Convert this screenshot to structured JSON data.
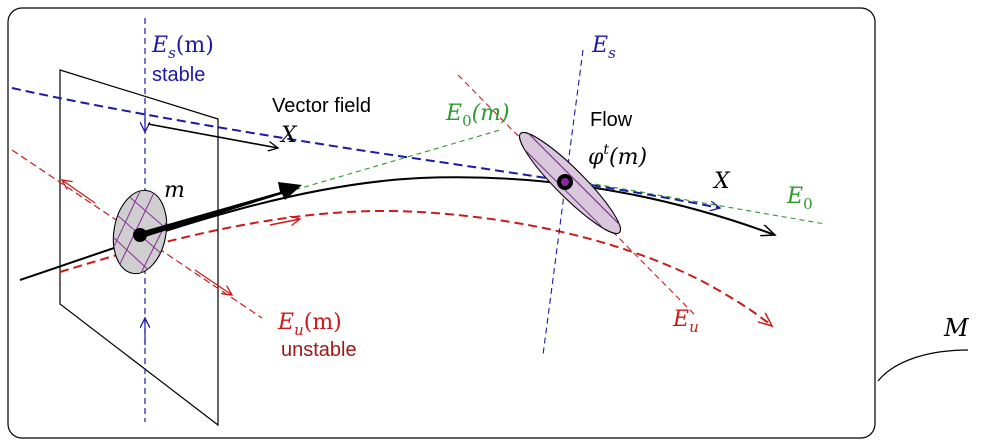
{
  "labels": {
    "Es_m": "E",
    "Es_m_sub": "s",
    "Es_m_arg": "(m)",
    "stable": "stable",
    "vector_field": "Vector field",
    "X_left": "X",
    "E0_m": "E",
    "E0_m_sub": "0",
    "E0_m_arg": "(m)",
    "Es_right": "E",
    "Es_right_sub": "s",
    "flow": "Flow",
    "phi": "φ",
    "phi_sup": "t",
    "phi_arg": "(m)",
    "X_right": "X",
    "E0_right": "E",
    "E0_right_sub": "0",
    "m": "m",
    "Eu_m": "E",
    "Eu_m_sub": "u",
    "Eu_m_arg": "(m)",
    "unstable": "unstable",
    "Eu_right": "E",
    "Eu_right_sub": "u",
    "M": "M"
  },
  "colors": {
    "stable": "#1a1aa6",
    "unstable": "#cc1a1a",
    "center": "#2a9a2a",
    "dark_red": "#a01818",
    "ellipse_fill": "#d9c8dc",
    "hatch": "#8a2a9a",
    "disk_fill": "#cfcfcf"
  }
}
